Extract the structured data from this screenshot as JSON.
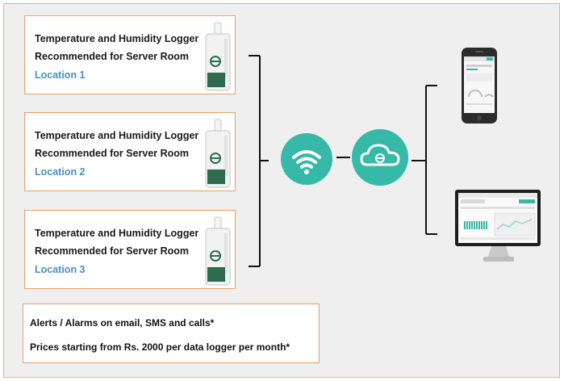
{
  "loggers": [
    {
      "line1": "Temperature and Humidity Logger",
      "line2": "Recommended for Server Room",
      "location": "Location 1"
    },
    {
      "line1": "Temperature and Humidity Logger",
      "line2": "Recommended for Server Room",
      "location": "Location 2"
    },
    {
      "line1": "Temperature and Humidity Logger",
      "line2": "Recommended for Server Room",
      "location": "Location 3"
    }
  ],
  "info": {
    "alerts": "Alerts / Alarms on email, SMS and calls*",
    "prices": "Prices starting from Rs. 2000 per data logger per month*"
  },
  "colors": {
    "accent_teal": "#36b9a8",
    "border_orange": "#e8a066",
    "location_blue": "#4b8fbf",
    "logger_green": "#2f6b50"
  },
  "icons": {
    "wifi": "wifi-icon",
    "cloud": "cloud-icon",
    "phone": "smartphone-icon",
    "monitor": "desktop-monitor-icon",
    "logger": "data-logger-device-icon"
  }
}
